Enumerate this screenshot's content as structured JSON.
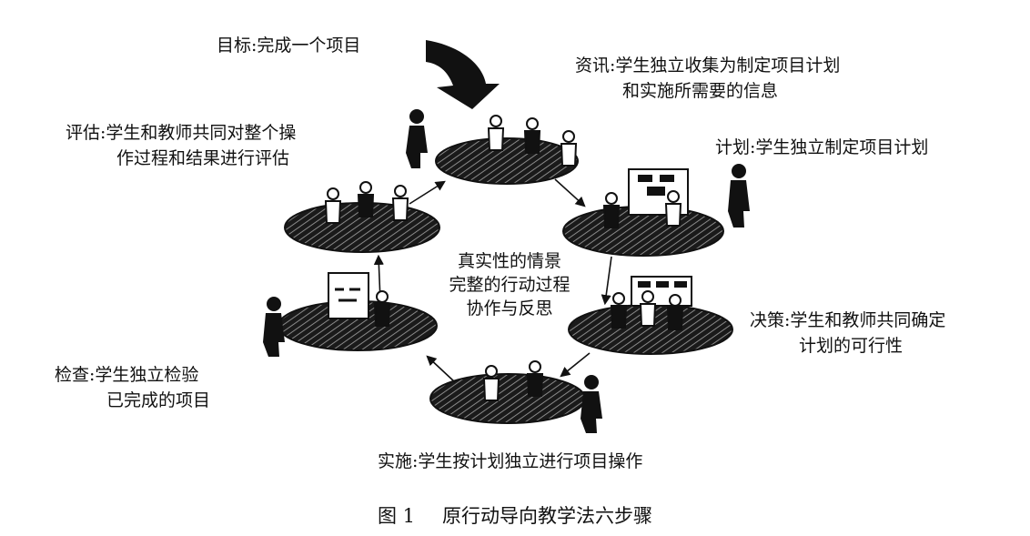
{
  "goal": {
    "label": "目标:完成一个项目"
  },
  "center": {
    "lines": [
      "真实性的情景",
      "完整的行动过程",
      "协作与反思"
    ]
  },
  "steps": [
    {
      "id": "info",
      "lines": [
        "资讯:学生独立收集为制定项目计划",
        "和实施所需要的信息"
      ]
    },
    {
      "id": "plan",
      "lines": [
        "计划:学生独立制定项目计划"
      ]
    },
    {
      "id": "decide",
      "lines": [
        "决策:学生和教师共同确定",
        "计划的可行性"
      ]
    },
    {
      "id": "implement",
      "lines": [
        "实施:学生按计划独立进行项目操作"
      ]
    },
    {
      "id": "check",
      "lines": [
        "检查:学生独立检验",
        "已完成的项目"
      ]
    },
    {
      "id": "evaluate",
      "lines": [
        "评估:学生和教师共同对整个操",
        "作过程和结果进行评估"
      ]
    }
  ],
  "caption": {
    "number": "图 1",
    "title": "原行动导向教学法六步骤"
  },
  "colors": {
    "ink": "#111111",
    "background": "#ffffff"
  }
}
